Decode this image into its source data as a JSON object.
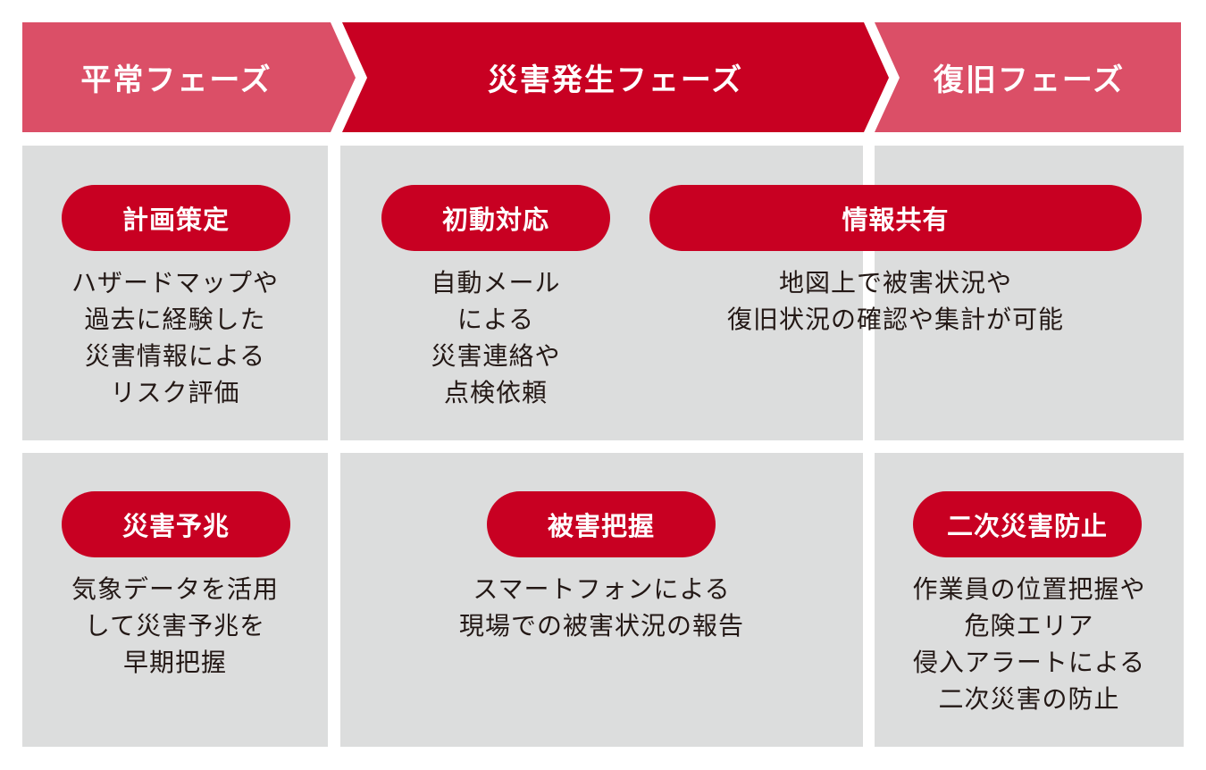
{
  "colors": {
    "phase_light": "#db4f67",
    "phase_active": "#c80022",
    "pill": "#c80022",
    "cell_bg": "#dcdddd",
    "text_dark": "#231815",
    "text_light": "#ffffff"
  },
  "phases": [
    {
      "label": "平常フェーズ",
      "state": "light"
    },
    {
      "label": "災害発生フェーズ",
      "state": "active"
    },
    {
      "label": "復旧フェーズ",
      "state": "light"
    }
  ],
  "row1": {
    "planning": {
      "title": "計画策定",
      "description": "ハザードマップや\n過去に経験した\n災害情報による\nリスク評価"
    },
    "initial_response": {
      "title": "初動対応",
      "description": "自動メール\nによる\n災害連絡や\n点検依頼"
    },
    "info_sharing": {
      "title": "情報共有",
      "description": "地図上で被害状況や\n復旧状況の確認や集計が可能"
    }
  },
  "row2": {
    "disaster_signs": {
      "title": "災害予兆",
      "description": "気象データを活用\nして災害予兆を\n早期把握"
    },
    "damage_assessment": {
      "title": "被害把握",
      "description": "スマートフォンによる\n現場での被害状況の報告"
    },
    "secondary_prevention": {
      "title": "二次災害防止",
      "description": "作業員の位置把握や\n危険エリア\n侵入アラートによる\n二次災害の防止"
    }
  }
}
